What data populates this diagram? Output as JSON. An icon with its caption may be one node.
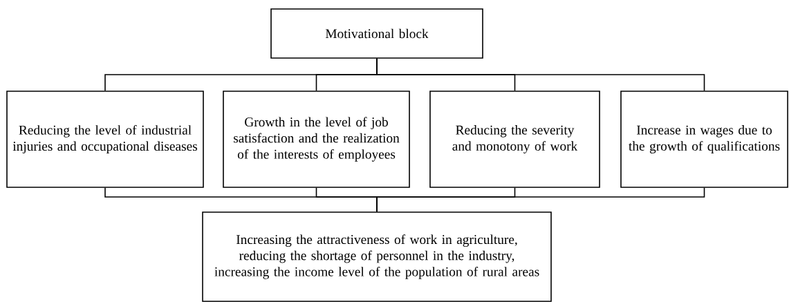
{
  "diagram": {
    "nodes": [
      {
        "text": [
          "Motivational block"
        ]
      },
      {
        "text": [
          "Reducing the level of industrial injuries and occupational diseases"
        ]
      },
      {
        "text": [
          "Growth in the level of job satisfaction and the realization of the interests of employees"
        ]
      },
      {
        "text": [
          "Reducing the severity and monotony of work"
        ]
      },
      {
        "text": [
          "Increase in wages due to the growth of qualifications"
        ]
      },
      {
        "text": [
          "Increasing the attractiveness of work in agriculture, reducing the shortage of personnel in the industry, increasing the income level of the population of rural areas"
        ]
      }
    ],
    "edges": [
      {
        "from": 0,
        "to": 1,
        "arrow": "none"
      },
      {
        "from": 0,
        "to": 2,
        "arrow": "none"
      },
      {
        "from": 0,
        "to": 3,
        "arrow": "none"
      },
      {
        "from": 0,
        "to": 4,
        "arrow": "none"
      },
      {
        "from": 1,
        "to": 5,
        "arrow": "none"
      },
      {
        "from": 2,
        "to": 5,
        "arrow": "none"
      },
      {
        "from": 3,
        "to": 5,
        "arrow": "none"
      },
      {
        "from": 4,
        "to": 5,
        "arrow": "none"
      }
    ]
  }
}
